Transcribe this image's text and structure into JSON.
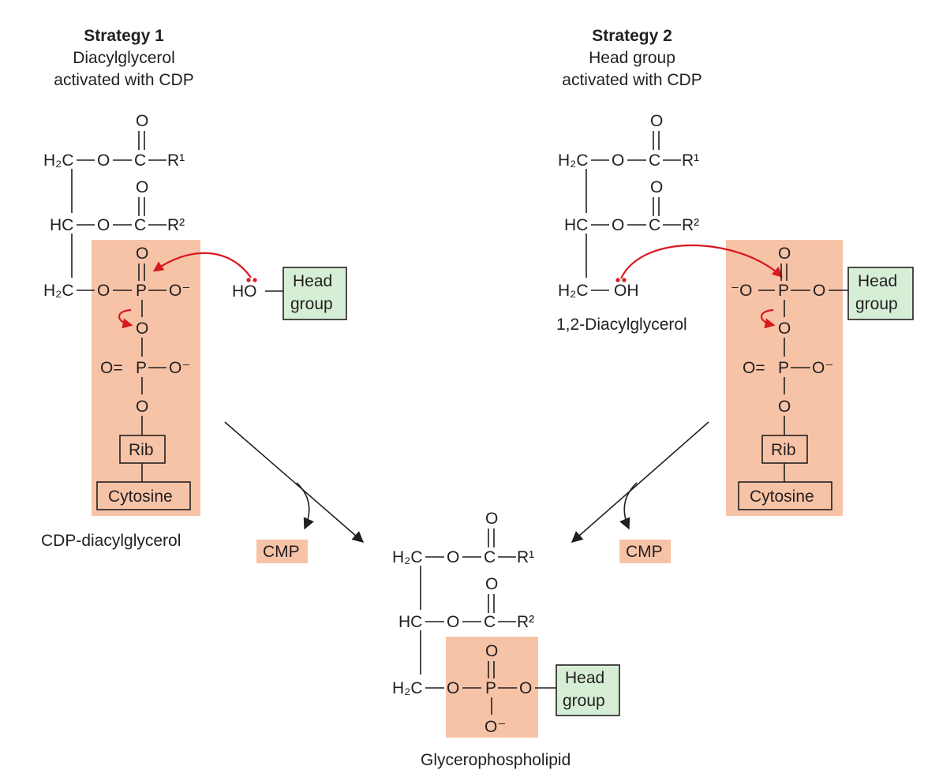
{
  "strategy1": {
    "title": "Strategy 1",
    "sub1": "Diacylglycerol",
    "sub2": "activated with CDP",
    "product_label": "CDP-diacylglycerol"
  },
  "strategy2": {
    "title": "Strategy 2",
    "sub1": "Head group",
    "sub2": "activated with CDP",
    "dag_label": "1,2-Diacylglycerol"
  },
  "atoms": {
    "O": "O",
    "C": "C",
    "H2C": "H₂C",
    "HC": "HC",
    "R1": "R¹",
    "R2": "R²",
    "P": "P",
    "Ominus": "O⁻",
    "minusO": "⁻O",
    "HO": "HO",
    "OH": "OH",
    "Oeq": "O="
  },
  "head_group": {
    "line1": "Head",
    "line2": "group"
  },
  "rib": "Rib",
  "cytosine": "Cytosine",
  "cmp": "CMP",
  "product": "Glycerophospholipid"
}
